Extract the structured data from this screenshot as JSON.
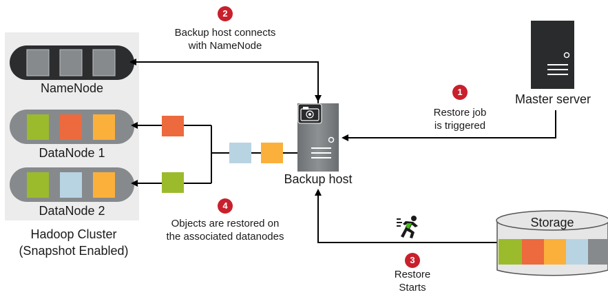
{
  "colors": {
    "green": "#9bbb2c",
    "orange": "#ec6a3d",
    "yellow": "#fbb03b",
    "lightblue": "#b8d4e3",
    "gray": "#868a8d",
    "badge": "#c8202c",
    "cluster_bg": "#ececec"
  },
  "cluster": {
    "title_line1": "Hadoop Cluster",
    "title_line2": "(Snapshot Enabled)"
  },
  "nodes": {
    "namenode": "NameNode",
    "datanode1": "DataNode 1",
    "datanode2": "DataNode 2"
  },
  "hosts": {
    "backup_host": "Backup host",
    "master_server": "Master server",
    "storage": "Storage"
  },
  "steps": [
    {
      "number": "1",
      "line1": "Restore job",
      "line2": "is triggered"
    },
    {
      "number": "2",
      "line1": "Backup host connects",
      "line2": "with NameNode"
    },
    {
      "number": "3",
      "line1": "Restore",
      "line2": "Starts"
    },
    {
      "number": "4",
      "line1": "Objects are restored on",
      "line2": "the associated datanodes"
    }
  ],
  "icons": [
    "runner-icon",
    "snapshot-camera-icon",
    "server-icon"
  ]
}
